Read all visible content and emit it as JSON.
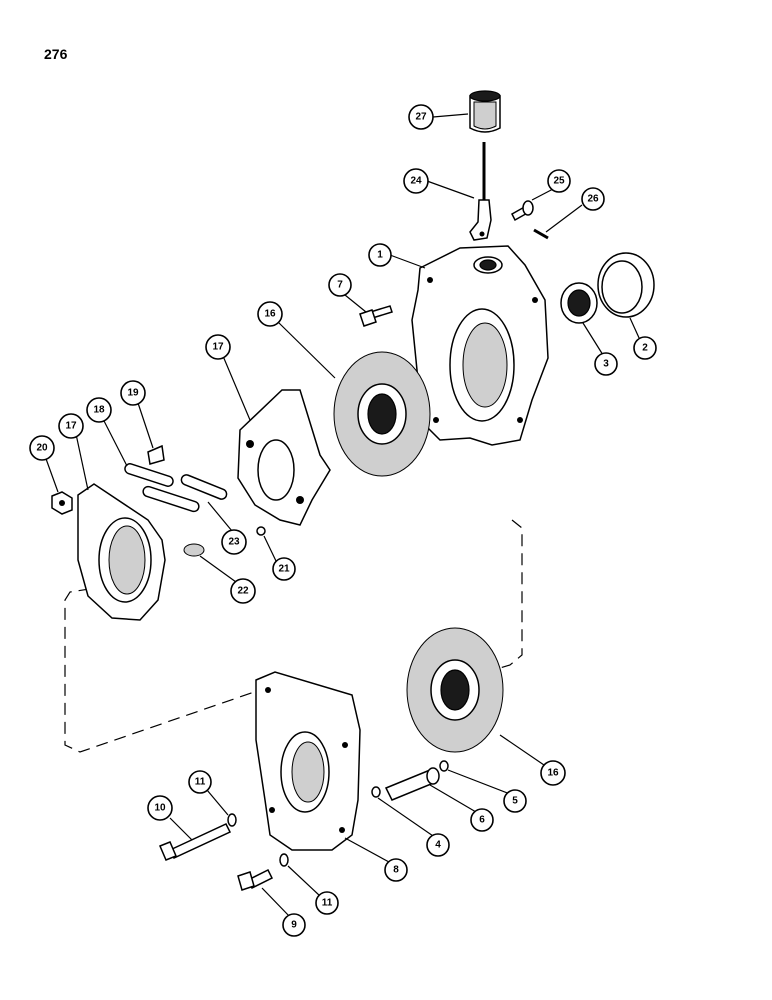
{
  "page_number": "276",
  "callouts": [
    {
      "id": "c27",
      "label": "27"
    },
    {
      "id": "c24",
      "label": "24"
    },
    {
      "id": "c25",
      "label": "25"
    },
    {
      "id": "c26",
      "label": "26"
    },
    {
      "id": "c1",
      "label": "1"
    },
    {
      "id": "c7",
      "label": "7"
    },
    {
      "id": "c2",
      "label": "2"
    },
    {
      "id": "c3",
      "label": "3"
    },
    {
      "id": "c16a",
      "label": "16"
    },
    {
      "id": "c17a",
      "label": "17"
    },
    {
      "id": "c19",
      "label": "19"
    },
    {
      "id": "c18",
      "label": "18"
    },
    {
      "id": "c17b",
      "label": "17"
    },
    {
      "id": "c20",
      "label": "20"
    },
    {
      "id": "c23",
      "label": "23"
    },
    {
      "id": "c21",
      "label": "21"
    },
    {
      "id": "c22",
      "label": "22"
    },
    {
      "id": "c16b",
      "label": "16"
    },
    {
      "id": "c5",
      "label": "5"
    },
    {
      "id": "c6",
      "label": "6"
    },
    {
      "id": "c4",
      "label": "4"
    },
    {
      "id": "c10",
      "label": "10"
    },
    {
      "id": "c11a",
      "label": "11"
    },
    {
      "id": "c8",
      "label": "8"
    },
    {
      "id": "c9",
      "label": "9"
    },
    {
      "id": "c11b",
      "label": "11"
    }
  ]
}
